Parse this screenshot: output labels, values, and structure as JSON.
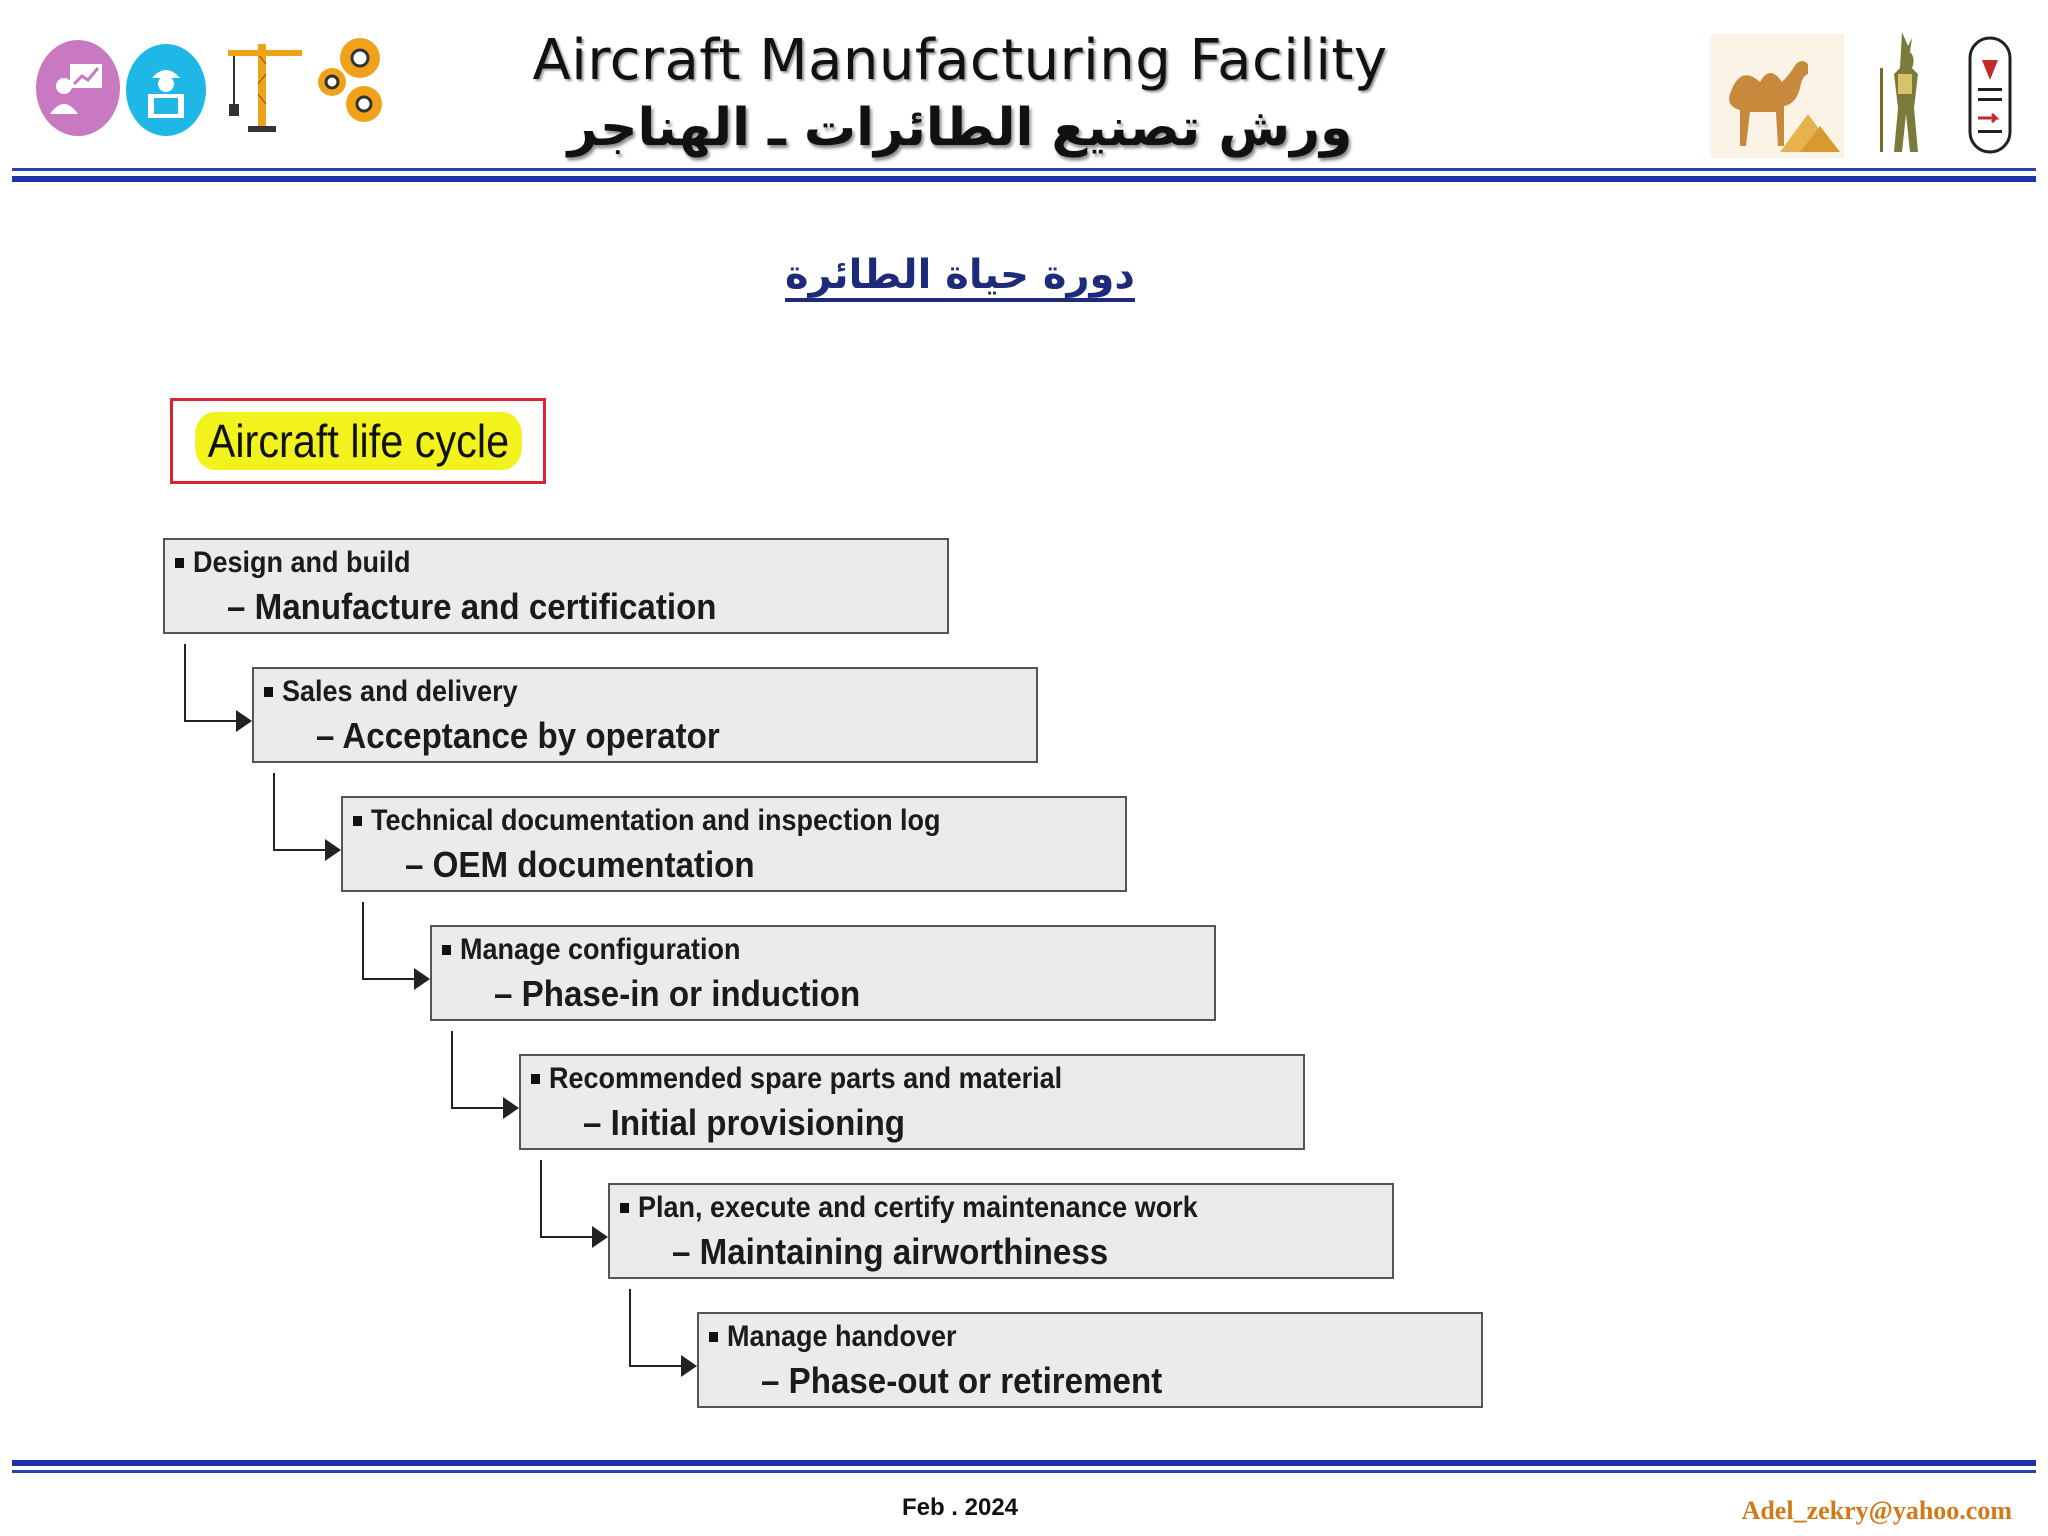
{
  "header": {
    "title": "Aircraft Manufacturing Facility",
    "subtitle": "ورش تصنيع الطائرات ـ الهناجر"
  },
  "section_title": "دورة حياة الطائرة",
  "lifecycle_label": "Aircraft life cycle",
  "steps": [
    {
      "head": "Design and build",
      "sub": "– Manufacture and certification"
    },
    {
      "head": "Sales and delivery",
      "sub": "– Acceptance by operator"
    },
    {
      "head": "Technical documentation and inspection log",
      "sub": "– OEM documentation"
    },
    {
      "head": "Manage configuration",
      "sub": "– Phase-in or induction"
    },
    {
      "head": "Recommended spare parts and material",
      "sub": "– Initial provisioning"
    },
    {
      "head": "Plan, execute and certify maintenance work",
      "sub": "– Maintaining airworthiness"
    },
    {
      "head": "Manage handover",
      "sub": "– Phase-out or retirement"
    }
  ],
  "footer": {
    "date": "Feb . 2024",
    "email": "Adel_zekry@yahoo.com"
  },
  "icons": {
    "left": [
      "training-presenter-icon",
      "engineer-blueprint-icon",
      "tower-crane-icon",
      "gears-icon"
    ],
    "right": [
      "camel-pyramids-icon",
      "anubis-figure-icon",
      "egypt-emblem-icon"
    ]
  },
  "colors": {
    "rule": "#1f33a8",
    "frame_border": "#d7262f",
    "highlight": "#f2f21c",
    "step_fill": "#ebebec",
    "email": "#d07a1a",
    "title_blue": "#1d2b7a"
  }
}
